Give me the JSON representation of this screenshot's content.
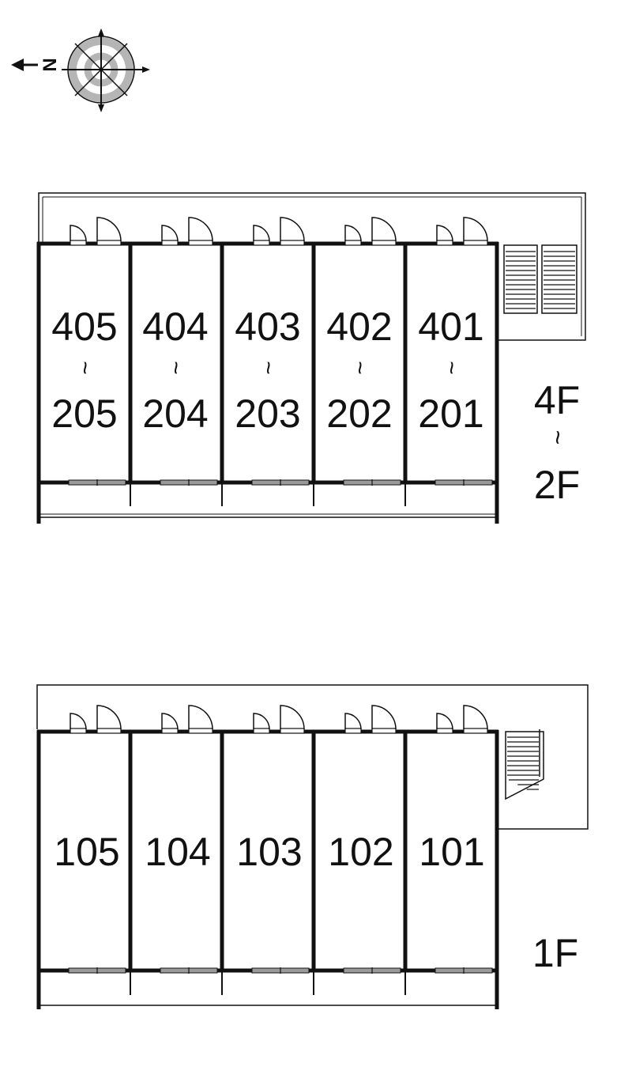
{
  "compass": {
    "north_label": "N",
    "arrow_direction": "left"
  },
  "upper_floors": {
    "floor_top": "4F",
    "floor_range_mark": "~",
    "floor_bottom": "2F",
    "units": [
      {
        "top": "405",
        "range_mark": "~",
        "bottom": "205"
      },
      {
        "top": "404",
        "range_mark": "~",
        "bottom": "204"
      },
      {
        "top": "403",
        "range_mark": "~",
        "bottom": "203"
      },
      {
        "top": "402",
        "range_mark": "~",
        "bottom": "202"
      },
      {
        "top": "401",
        "range_mark": "~",
        "bottom": "201"
      }
    ]
  },
  "ground_floor": {
    "floor_label": "1F",
    "units": [
      {
        "label": "105"
      },
      {
        "label": "104"
      },
      {
        "label": "103"
      },
      {
        "label": "102"
      },
      {
        "label": "101"
      }
    ]
  },
  "colors": {
    "line": "#111111",
    "compass_ring": "#b5b5b5",
    "background": "#ffffff"
  }
}
